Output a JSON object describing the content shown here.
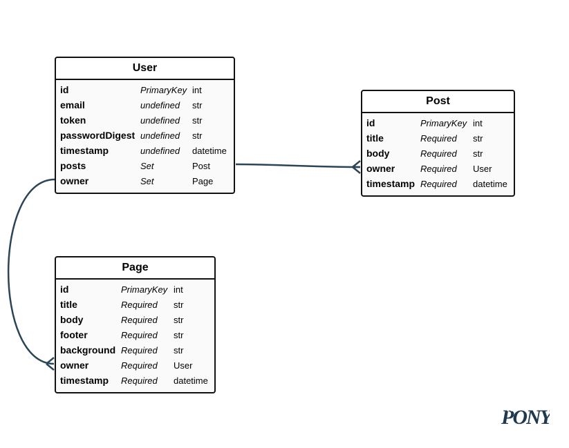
{
  "entities": {
    "user": {
      "name": "User",
      "attributes": [
        {
          "name": "id",
          "kind": "PrimaryKey",
          "type": "int"
        },
        {
          "name": "email",
          "kind": "undefined",
          "type": "str"
        },
        {
          "name": "token",
          "kind": "undefined",
          "type": "str"
        },
        {
          "name": "passwordDigest",
          "kind": "undefined",
          "type": "str"
        },
        {
          "name": "timestamp",
          "kind": "undefined",
          "type": "datetime"
        },
        {
          "name": "posts",
          "kind": "Set",
          "type": "Post"
        },
        {
          "name": "owner",
          "kind": "Set",
          "type": "Page"
        }
      ]
    },
    "post": {
      "name": "Post",
      "attributes": [
        {
          "name": "id",
          "kind": "PrimaryKey",
          "type": "int"
        },
        {
          "name": "title",
          "kind": "Required",
          "type": "str"
        },
        {
          "name": "body",
          "kind": "Required",
          "type": "str"
        },
        {
          "name": "owner",
          "kind": "Required",
          "type": "User"
        },
        {
          "name": "timestamp",
          "kind": "Required",
          "type": "datetime"
        }
      ]
    },
    "page": {
      "name": "Page",
      "attributes": [
        {
          "name": "id",
          "kind": "PrimaryKey",
          "type": "int"
        },
        {
          "name": "title",
          "kind": "Required",
          "type": "str"
        },
        {
          "name": "body",
          "kind": "Required",
          "type": "str"
        },
        {
          "name": "footer",
          "kind": "Required",
          "type": "str"
        },
        {
          "name": "background",
          "kind": "Required",
          "type": "str"
        },
        {
          "name": "owner",
          "kind": "Required",
          "type": "User"
        },
        {
          "name": "timestamp",
          "kind": "Required",
          "type": "datetime"
        }
      ]
    }
  },
  "relationships": [
    {
      "from": "User.posts",
      "to": "Post.owner",
      "cardinality": "one-to-many"
    },
    {
      "from": "User.owner",
      "to": "Page.owner",
      "cardinality": "one-to-many"
    }
  ],
  "colors": {
    "connector": "#2b4557",
    "border": "#111111",
    "logo": "#1f3a4d"
  },
  "logo": {
    "text": "PONY"
  }
}
